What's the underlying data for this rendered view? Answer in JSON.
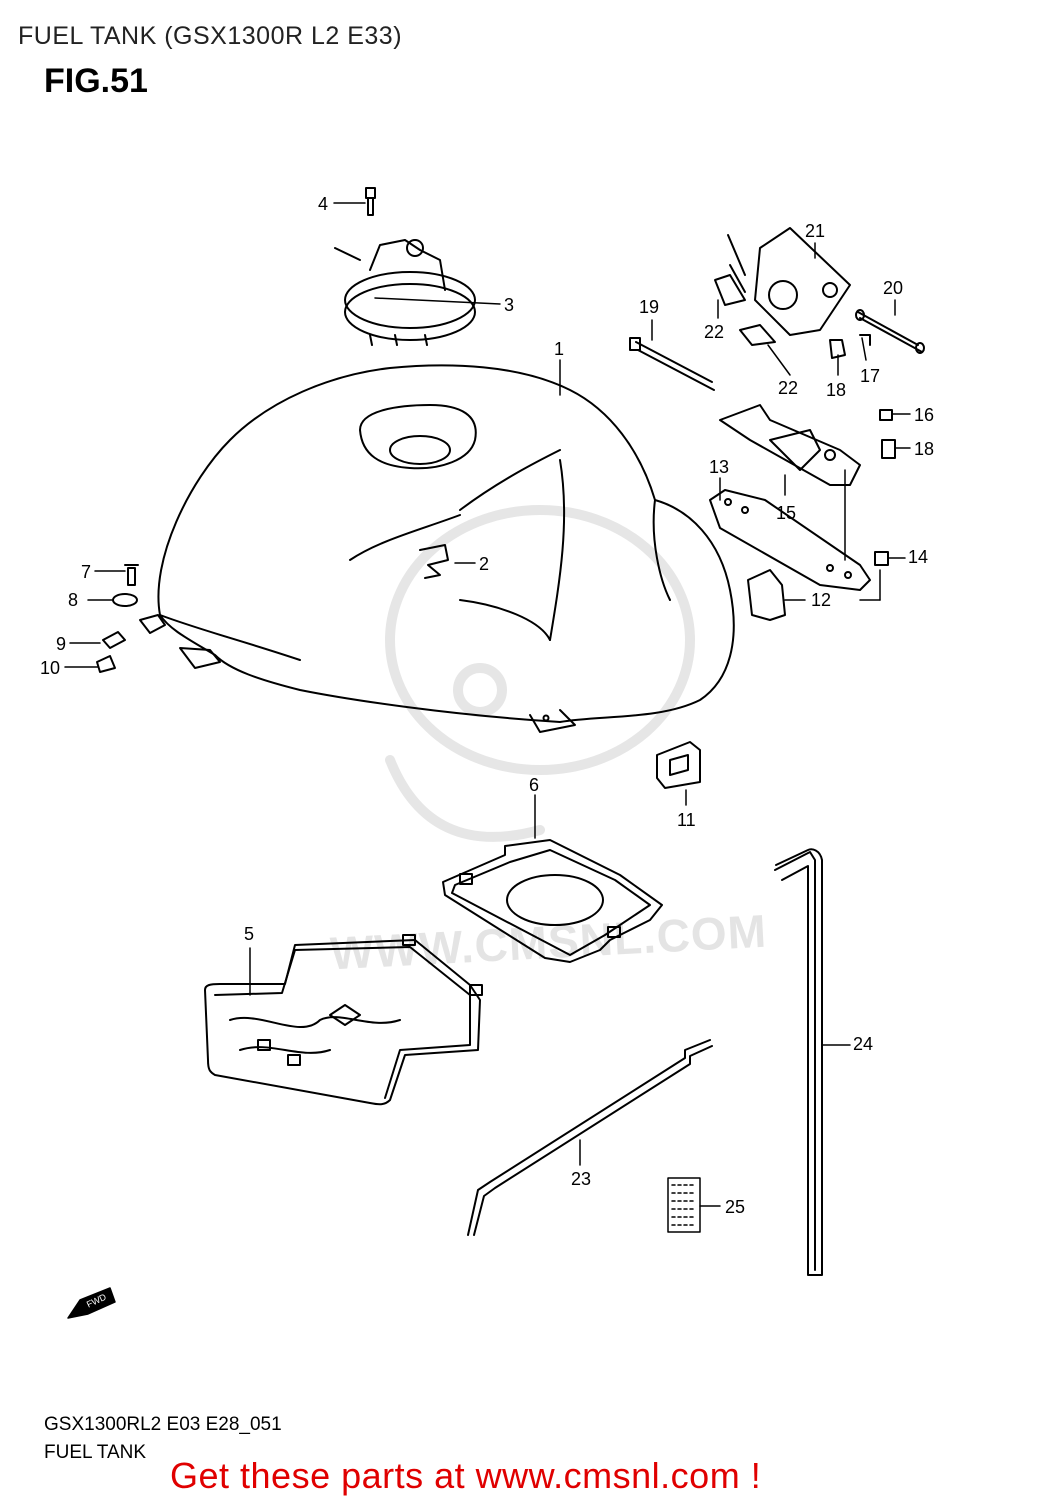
{
  "header": {
    "title": "FUEL TANK (GSX1300R L2 E33)",
    "figure": "FIG.51"
  },
  "watermark": "WWW.CMSNL.COM",
  "callouts": [
    "1",
    "2",
    "3",
    "4",
    "5",
    "6",
    "7",
    "8",
    "9",
    "10",
    "11",
    "12",
    "13",
    "14",
    "15",
    "16",
    "17",
    "18",
    "18",
    "19",
    "20",
    "21",
    "22",
    "22",
    "23",
    "24",
    "25"
  ],
  "fwd_label": "FWD",
  "footer": {
    "code": "GSX1300RL2 E03 E28_051",
    "name": "FUEL TANK",
    "promo": "Get these parts at www.cmsnl.com !"
  }
}
